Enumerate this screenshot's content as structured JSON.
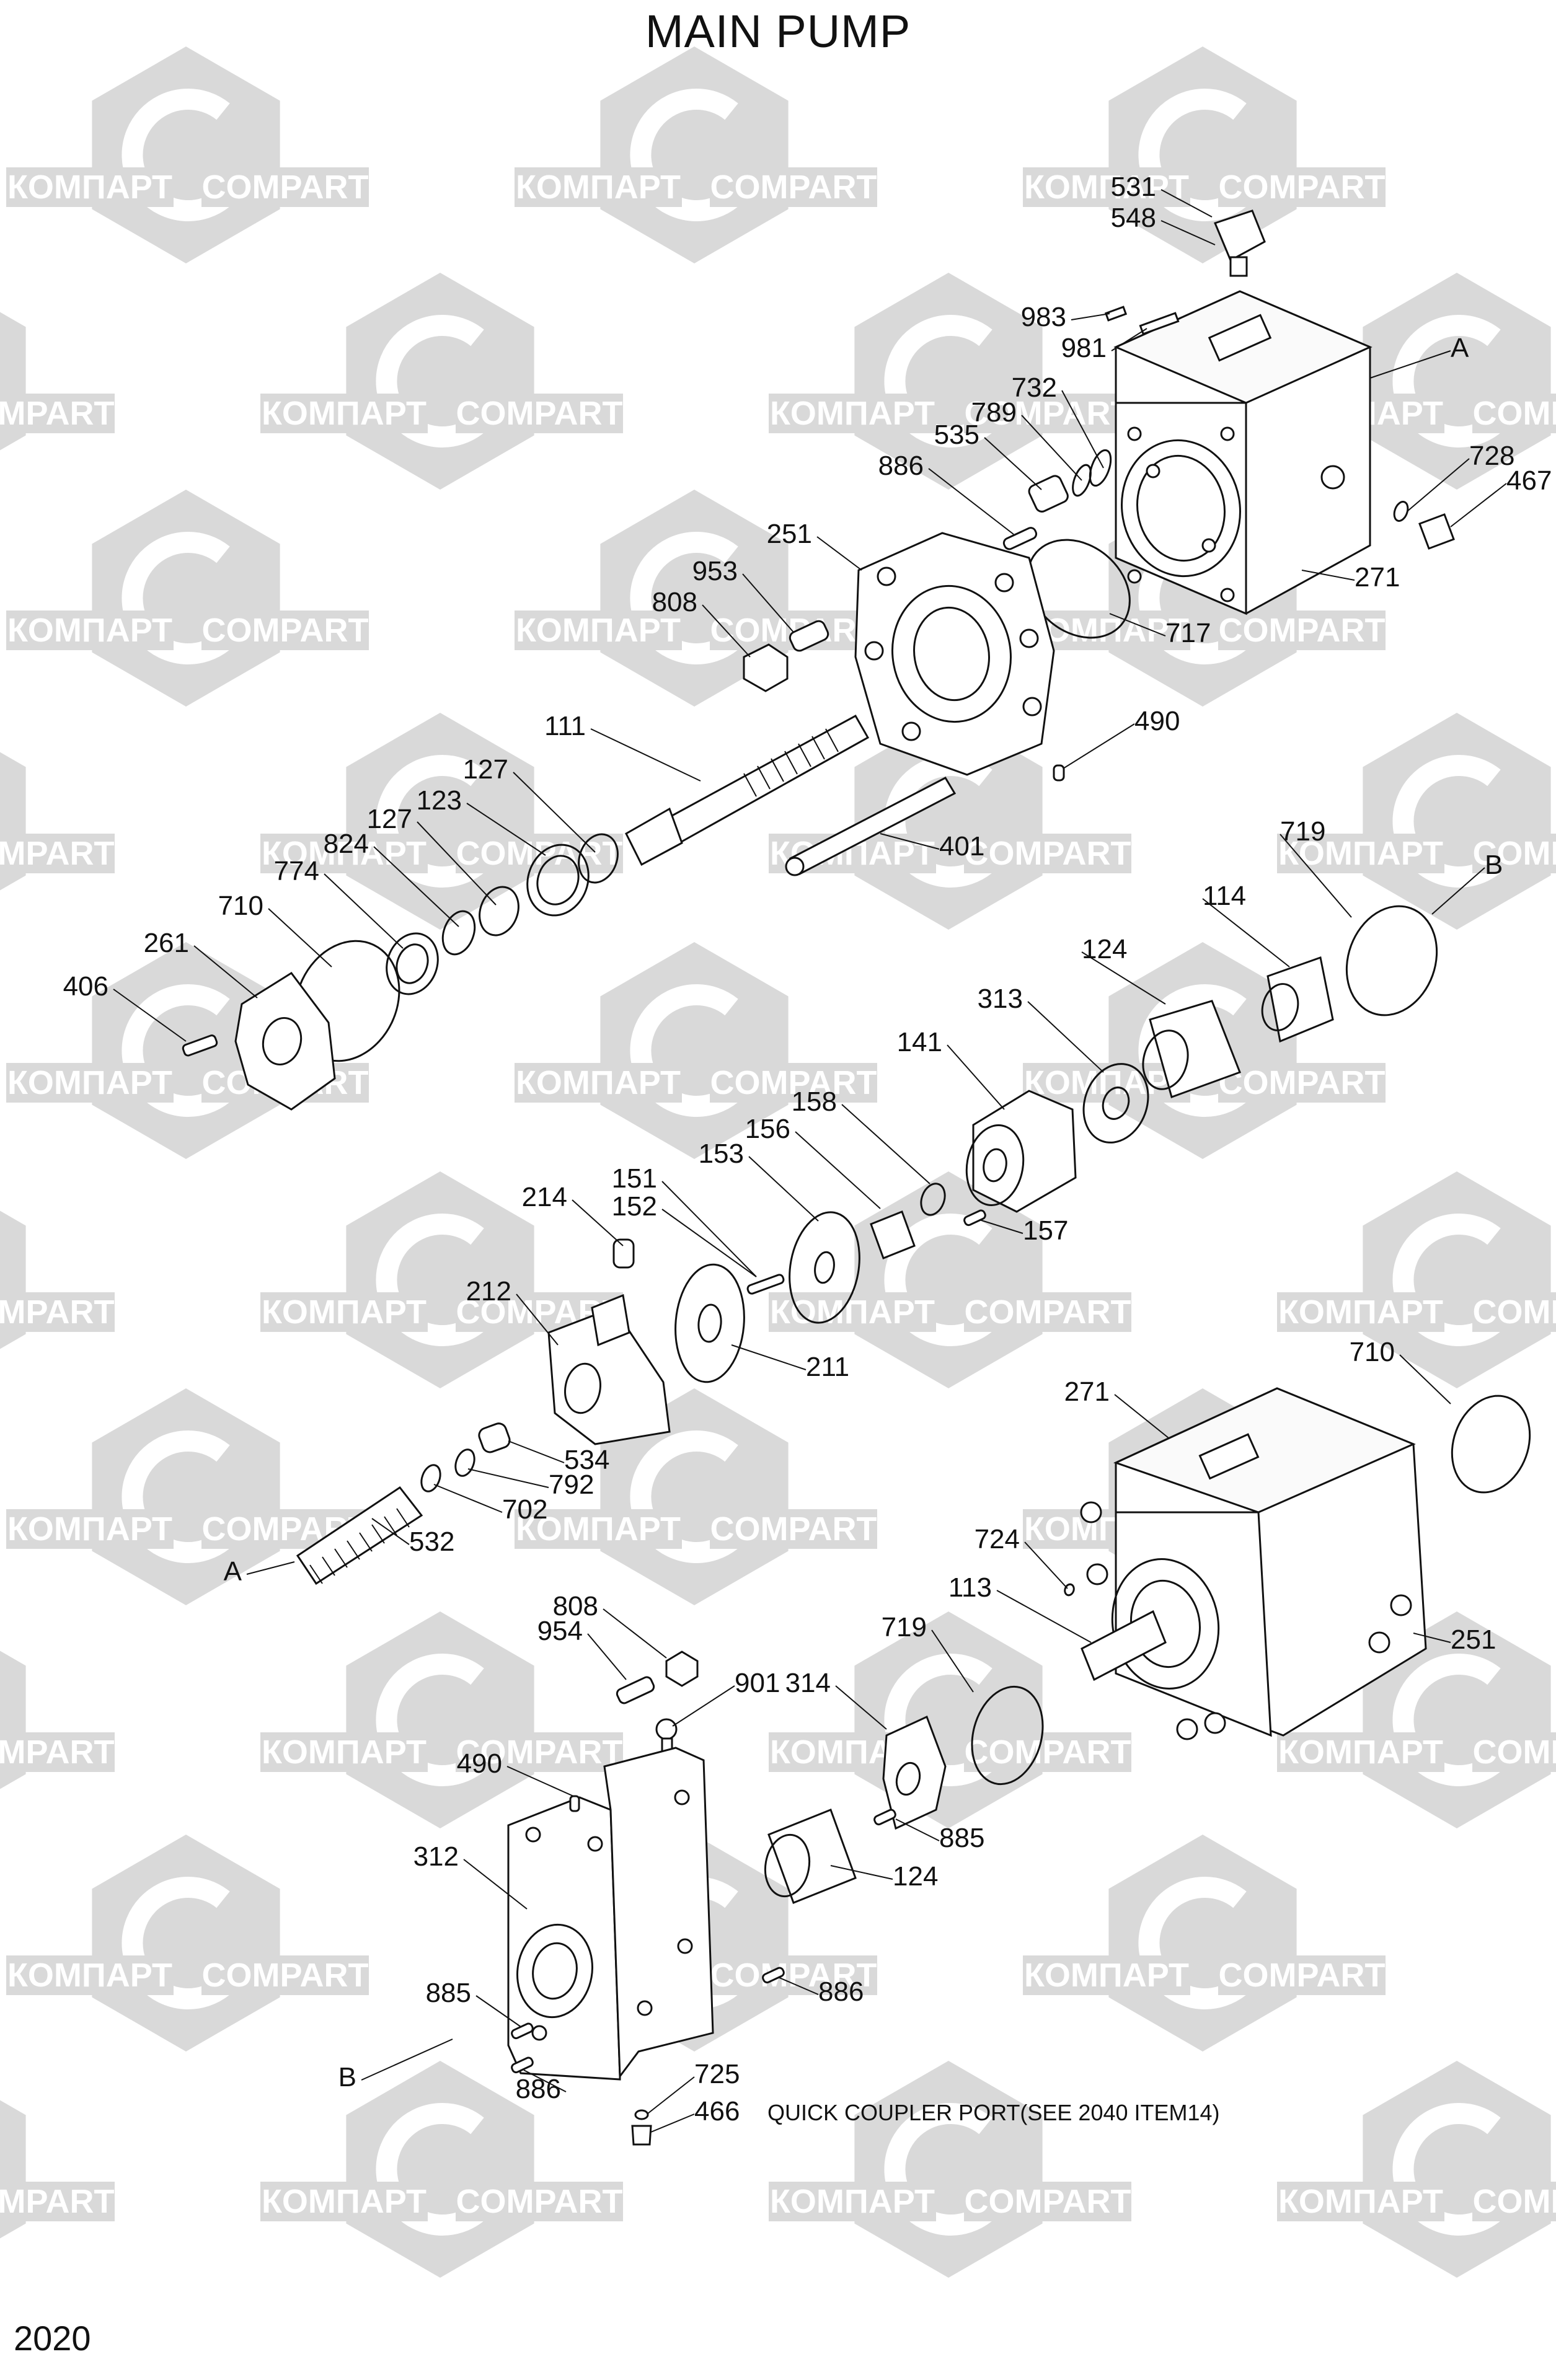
{
  "title": "MAIN PUMP",
  "page_number": "2020",
  "note": "QUICK COUPLER PORT(SEE 2040 ITEM14)",
  "watermark": {
    "text_cyrillic": "КОМПАРТ",
    "text_latin": "COMPART",
    "color": "#d9d9d9"
  },
  "part_labels": [
    "531",
    "548",
    "983",
    "981",
    "A",
    "732",
    "789",
    "535",
    "728",
    "467",
    "886",
    "251",
    "953",
    "808",
    "717",
    "271",
    "111",
    "490",
    "127",
    "123",
    "401",
    "127",
    "824",
    "774",
    "719",
    "B",
    "710",
    "114",
    "261",
    "124",
    "406",
    "313",
    "141",
    "158",
    "156",
    "153",
    "151",
    "152",
    "214",
    "157",
    "212",
    "211",
    "710",
    "271",
    "534",
    "792",
    "702",
    "A",
    "532",
    "724",
    "113",
    "251",
    "808",
    "954",
    "901",
    "314",
    "719",
    "490",
    "885",
    "312",
    "124",
    "885",
    "886",
    "B",
    "886",
    "725",
    "466"
  ]
}
